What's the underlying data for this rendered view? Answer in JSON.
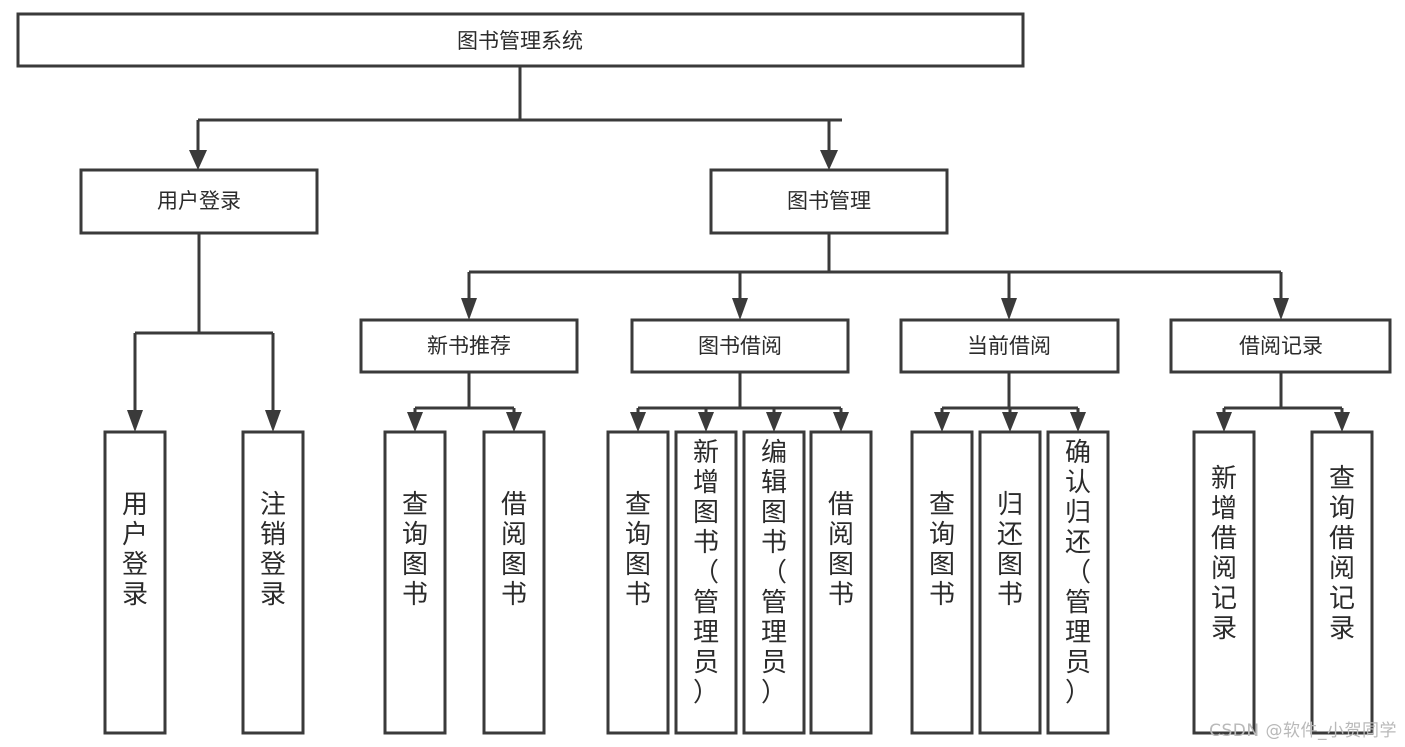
{
  "diagram": {
    "title": "图书管理系统",
    "type": "tree-hierarchy",
    "watermark": "CSDN @软件_小贺同学",
    "colors": {
      "stroke": "#3a3a3a",
      "fill": "#ffffff",
      "text": "#2b2b2b",
      "watermark": "#b9b9b9"
    },
    "nodes": {
      "root": {
        "label": "图书管理系统",
        "level": 1
      },
      "l2": [
        {
          "id": "user-login",
          "label": "用户登录",
          "level": 2
        },
        {
          "id": "book-manage",
          "label": "图书管理",
          "level": 2
        }
      ],
      "l3": [
        {
          "id": "new-book-recommend",
          "label": "新书推荐",
          "level": 3,
          "parent": "book-manage"
        },
        {
          "id": "book-borrow",
          "label": "图书借阅",
          "level": 3,
          "parent": "book-manage"
        },
        {
          "id": "current-borrow",
          "label": "当前借阅",
          "level": 3,
          "parent": "book-manage"
        },
        {
          "id": "borrow-record",
          "label": "借阅记录",
          "level": 3,
          "parent": "book-manage"
        }
      ],
      "leaves": [
        {
          "id": "leaf-user-login",
          "label": "用户登录",
          "parent": "user-login"
        },
        {
          "id": "leaf-logout-login",
          "label": "注销登录",
          "parent": "user-login"
        },
        {
          "id": "leaf-query-book-1",
          "label": "查询图书",
          "parent": "new-book-recommend"
        },
        {
          "id": "leaf-borrow-book-1",
          "label": "借阅图书",
          "parent": "new-book-recommend"
        },
        {
          "id": "leaf-query-book-2",
          "label": "查询图书",
          "parent": "book-borrow"
        },
        {
          "id": "leaf-add-book",
          "label": "新增图书（管理员）",
          "parent": "book-borrow"
        },
        {
          "id": "leaf-edit-book",
          "label": "编辑图书（管理员）",
          "parent": "book-borrow"
        },
        {
          "id": "leaf-borrow-book-2",
          "label": "借阅图书",
          "parent": "book-borrow"
        },
        {
          "id": "leaf-query-book-3",
          "label": "查询图书",
          "parent": "current-borrow"
        },
        {
          "id": "leaf-return-book",
          "label": "归还图书",
          "parent": "current-borrow"
        },
        {
          "id": "leaf-confirm-return",
          "label": "确认归还（管理员）",
          "parent": "current-borrow"
        },
        {
          "id": "leaf-add-record",
          "label": "新增借阅记录",
          "parent": "borrow-record"
        },
        {
          "id": "leaf-query-record",
          "label": "查询借阅记录",
          "parent": "borrow-record"
        }
      ]
    }
  }
}
